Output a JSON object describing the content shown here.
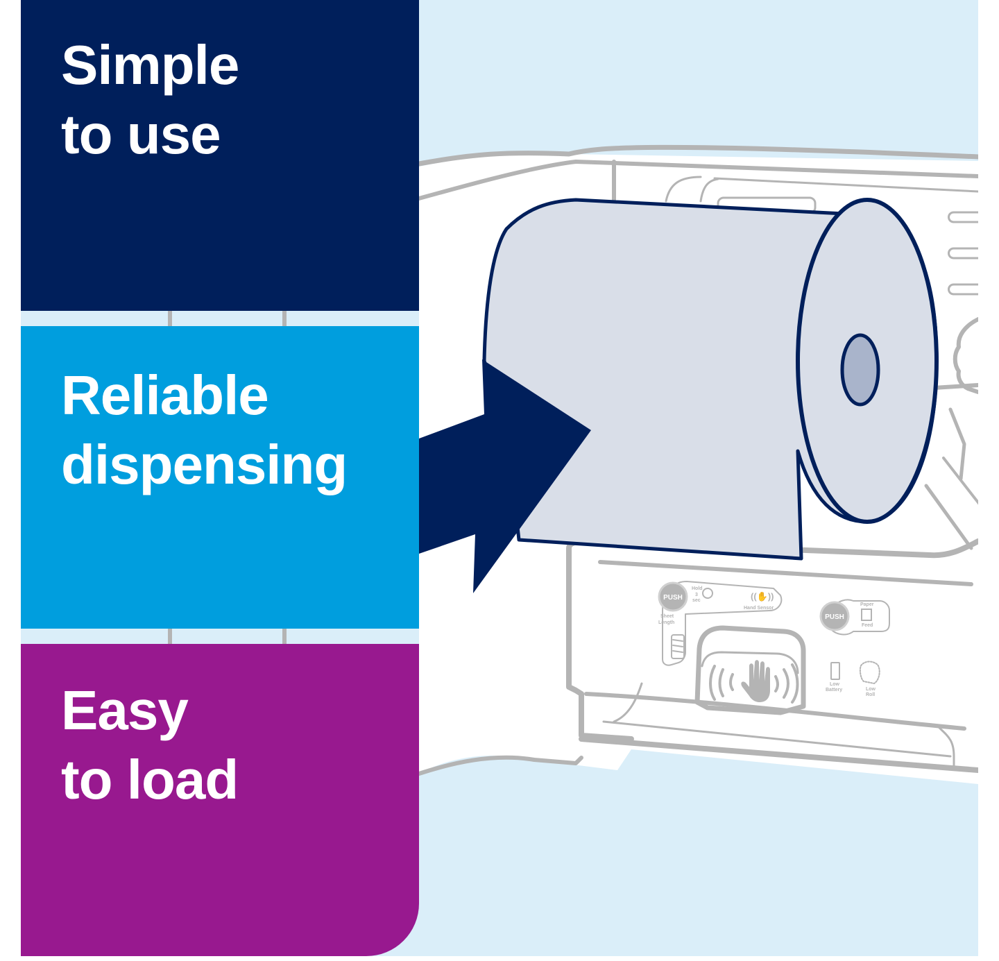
{
  "panels": [
    {
      "id": "simple",
      "lines": [
        "Simple",
        "to use"
      ],
      "color": "#001f5b"
    },
    {
      "id": "reliable",
      "lines": [
        "Reliable",
        "dispensing"
      ],
      "color": "#009ede"
    },
    {
      "id": "easy",
      "lines": [
        "Easy",
        "to load"
      ],
      "color": "#98198f"
    }
  ],
  "illustration": {
    "subject": "hand-towel roll dispenser with paper roll being loaded",
    "background_color": "#daeef9",
    "line_color": "#b4b4b4",
    "roll_fill": "#d9dee8",
    "roll_outline": "#001f5b",
    "arrow_color": "#001f5b"
  },
  "control_panel": {
    "push_button_left": "PUSH",
    "hold_label": "Hold",
    "hold_seconds": "3",
    "sec_label": "sec",
    "hand_sensor_label": "Hand Sensor",
    "sheet_length_line1": "Sheet",
    "sheet_length_line2": "Length",
    "push_button_right": "PUSH",
    "paper_feed_line1": "Paper",
    "paper_feed_line2": "Feed",
    "low_battery_line1": "Low",
    "low_battery_line2": "Battery",
    "low_roll_line1": "Low",
    "low_roll_line2": "Roll"
  }
}
